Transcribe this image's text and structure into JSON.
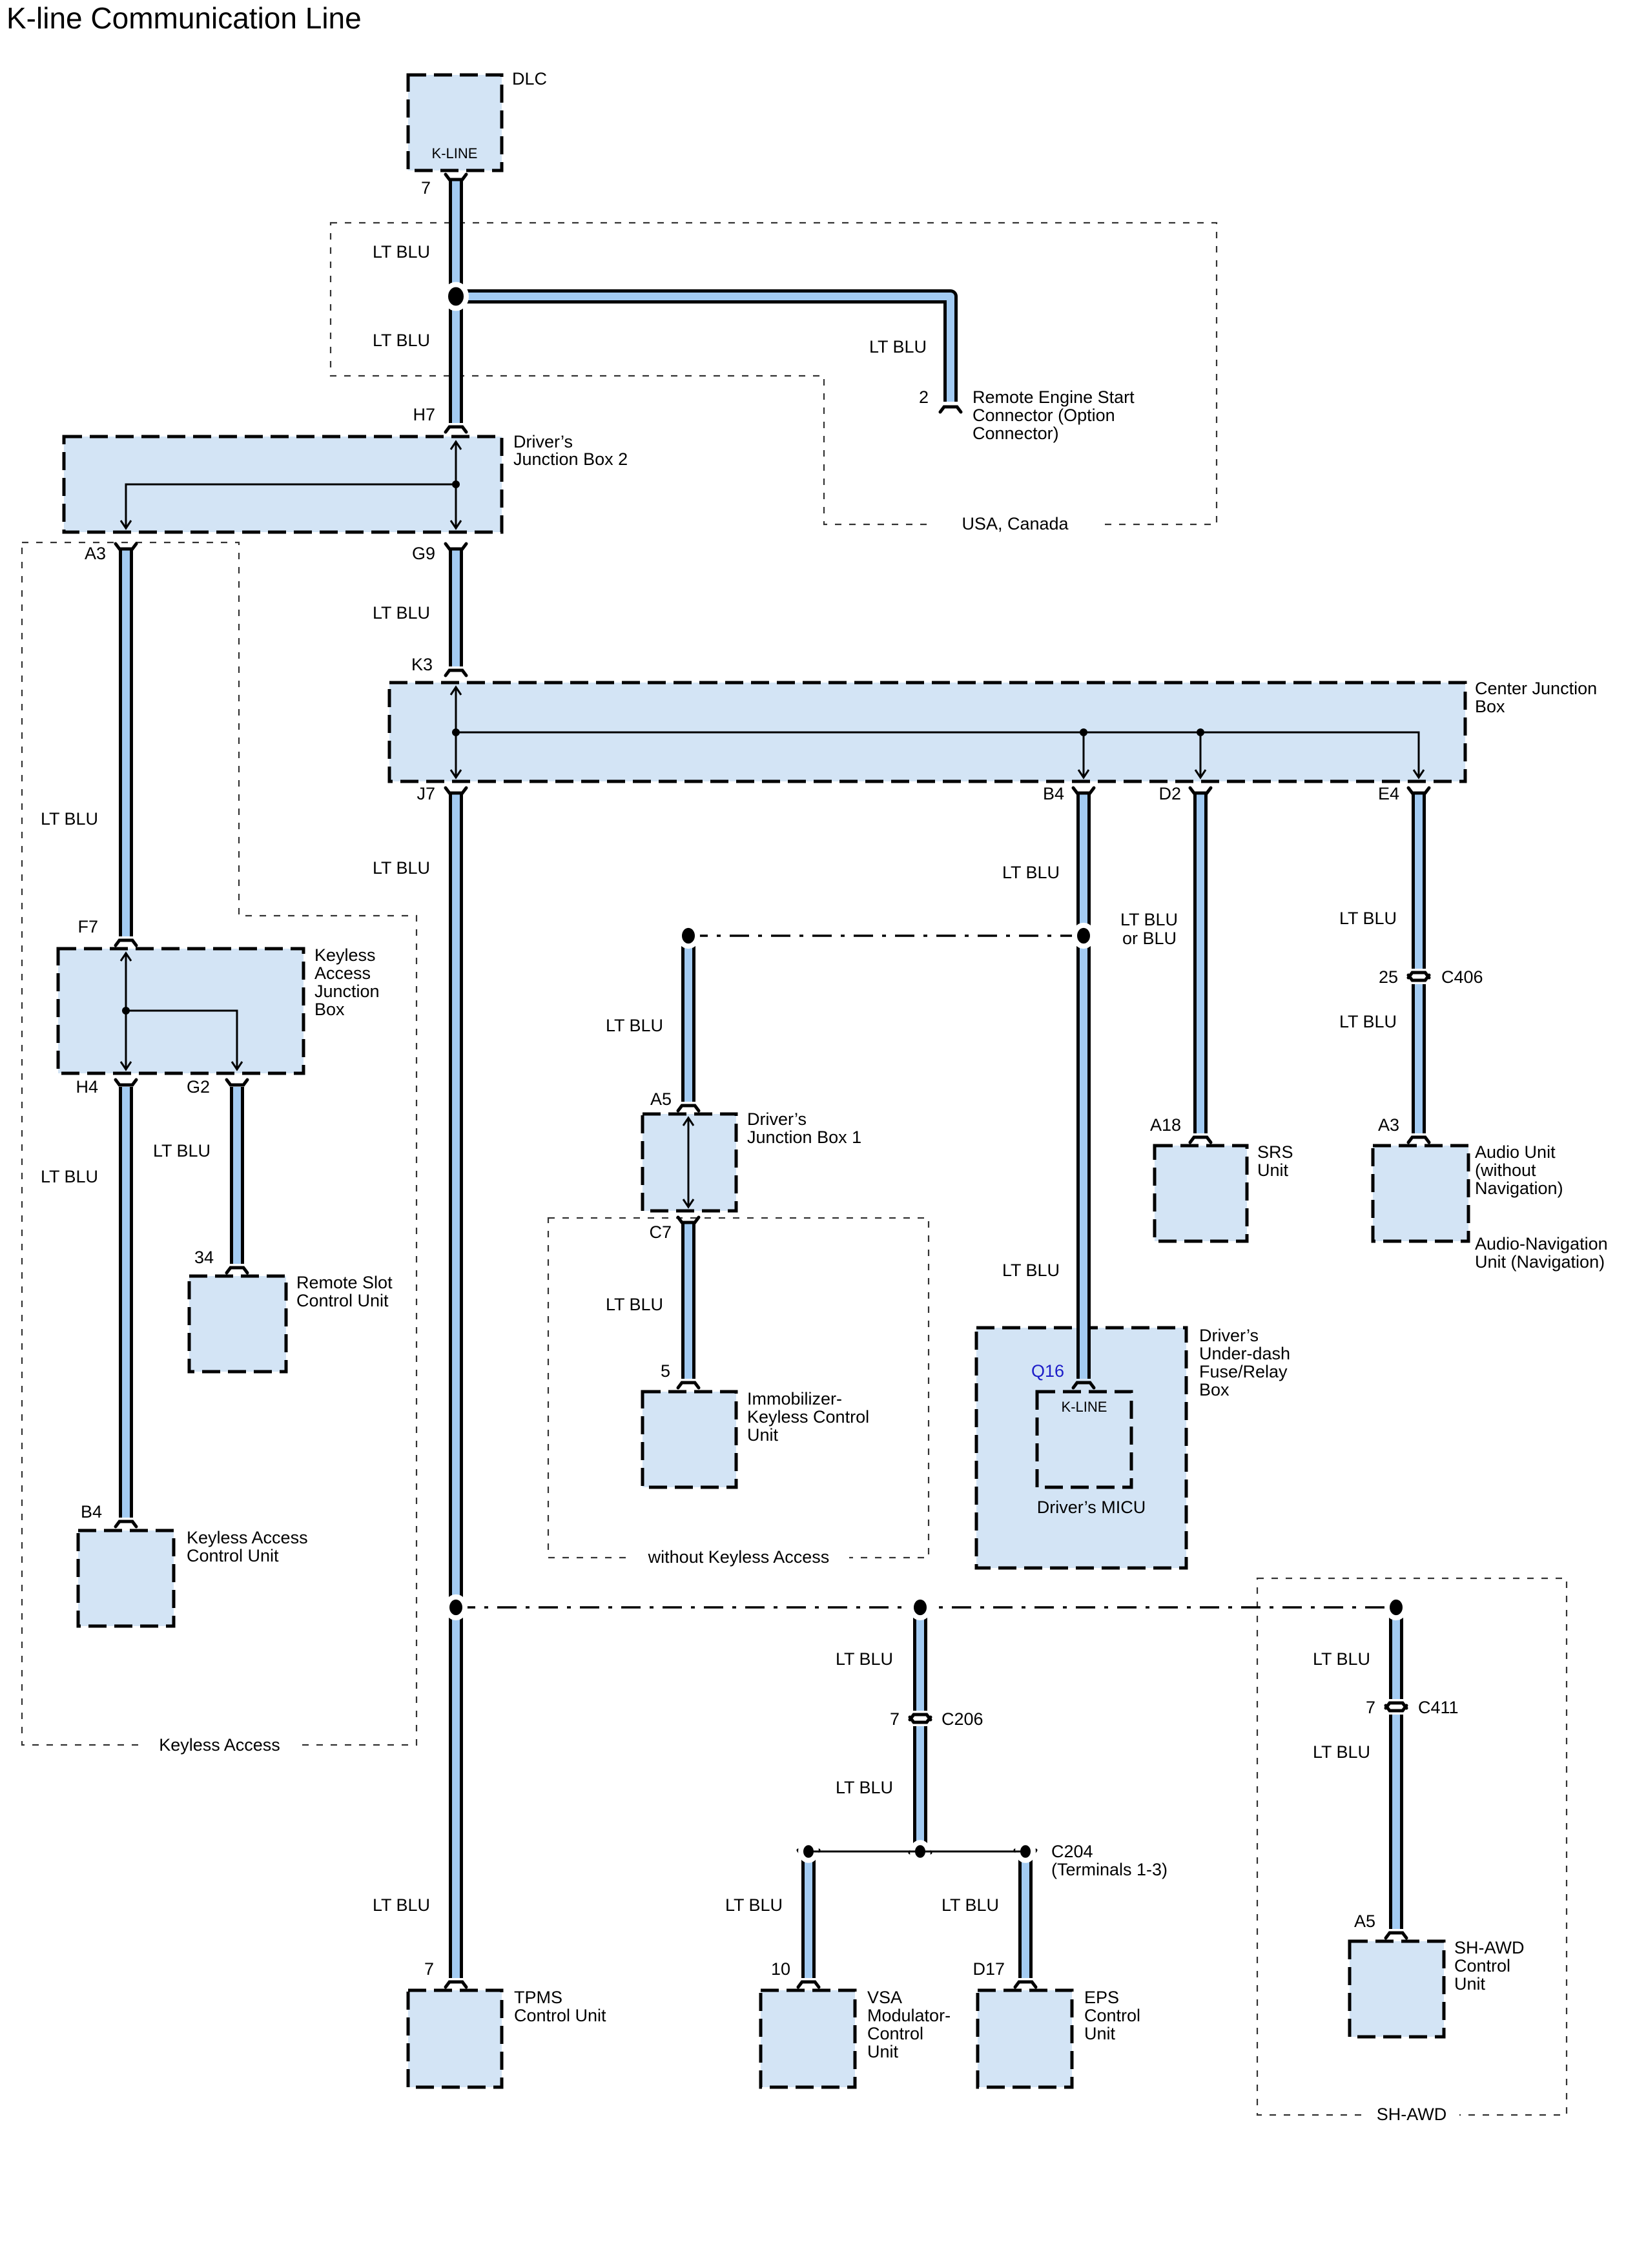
{
  "title": "K-line Communication Line",
  "wire_color": "LT BLU",
  "colors": {
    "wire": "#a3cbf2",
    "component_fill": "#d3e4f5",
    "pin_highlight": "#1c1cc8"
  },
  "components": {
    "dlc": {
      "name": "DLC",
      "inner_label": "K-LINE",
      "pin": "7"
    },
    "remote_engine_start": {
      "name_lines": [
        "Remote Engine Start",
        "Connector (Option",
        "Connector)"
      ],
      "pin": "2"
    },
    "djb2": {
      "name_lines": [
        "Driver’s",
        "Junction Box 2"
      ],
      "pins": {
        "in": "H7",
        "out_left": "A3",
        "out_right": "G9"
      }
    },
    "cjb": {
      "name_lines": [
        "Center Junction",
        "Box"
      ],
      "pins": {
        "in": "K3",
        "j7": "J7",
        "b4": "B4",
        "d2": "D2",
        "e4": "E4"
      }
    },
    "kajb": {
      "name_lines": [
        "Keyless",
        "Access",
        "Junction",
        "Box"
      ],
      "pins": {
        "in": "F7",
        "h4": "H4",
        "g2": "G2"
      }
    },
    "remote_slot": {
      "name_lines": [
        "Remote Slot",
        "Control Unit"
      ],
      "pin": "34"
    },
    "keyless_cu": {
      "name_lines": [
        "Keyless Access",
        "Control Unit"
      ],
      "pin": "B4"
    },
    "djb1": {
      "name_lines": [
        "Driver’s",
        "Junction Box 1"
      ],
      "pins": {
        "in": "A5",
        "out": "C7"
      }
    },
    "immobilizer": {
      "name_lines": [
        "Immobilizer-",
        "Keyless Control",
        "Unit"
      ],
      "pin": "5"
    },
    "underdash": {
      "name_lines": [
        "Driver’s",
        "Under-dash",
        "Fuse/Relay",
        "Box"
      ],
      "pin": "Q16",
      "inner_label": "K-LINE",
      "micu_label": "Driver’s MICU"
    },
    "srs": {
      "name_lines": [
        "SRS",
        "Unit"
      ],
      "pin": "A18"
    },
    "audio": {
      "name_lines": [
        "Audio Unit",
        "(without",
        "Navigation)"
      ],
      "alt_name_lines": [
        "Audio-Navigation",
        "Unit (Navigation)"
      ],
      "pin": "A3"
    },
    "tpms": {
      "name_lines": [
        "TPMS",
        "Control Unit"
      ],
      "pin": "7"
    },
    "vsa": {
      "name_lines": [
        "VSA",
        "Modulator-",
        "Control",
        "Unit"
      ],
      "pin": "10"
    },
    "eps": {
      "name_lines": [
        "EPS",
        "Control",
        "Unit"
      ],
      "pin": "D17"
    },
    "shawd_cu": {
      "name_lines": [
        "SH-AWD",
        "Control",
        "Unit"
      ],
      "pin": "A5"
    }
  },
  "connectors": {
    "c406": {
      "name": "C406",
      "pin": "25"
    },
    "c206": {
      "name": "C206",
      "pin": "7"
    },
    "c204": {
      "name_lines": [
        "C204",
        "(Terminals 1-3)"
      ]
    },
    "c411": {
      "name": "C411",
      "pin": "7"
    }
  },
  "wire_labels": {
    "b4_pair": [
      "LT BLU",
      "or BLU"
    ]
  },
  "regions": {
    "usa_canada": "USA, Canada",
    "keyless_access": "Keyless Access",
    "without_keyless": "without Keyless Access",
    "shawd": "SH-AWD"
  }
}
